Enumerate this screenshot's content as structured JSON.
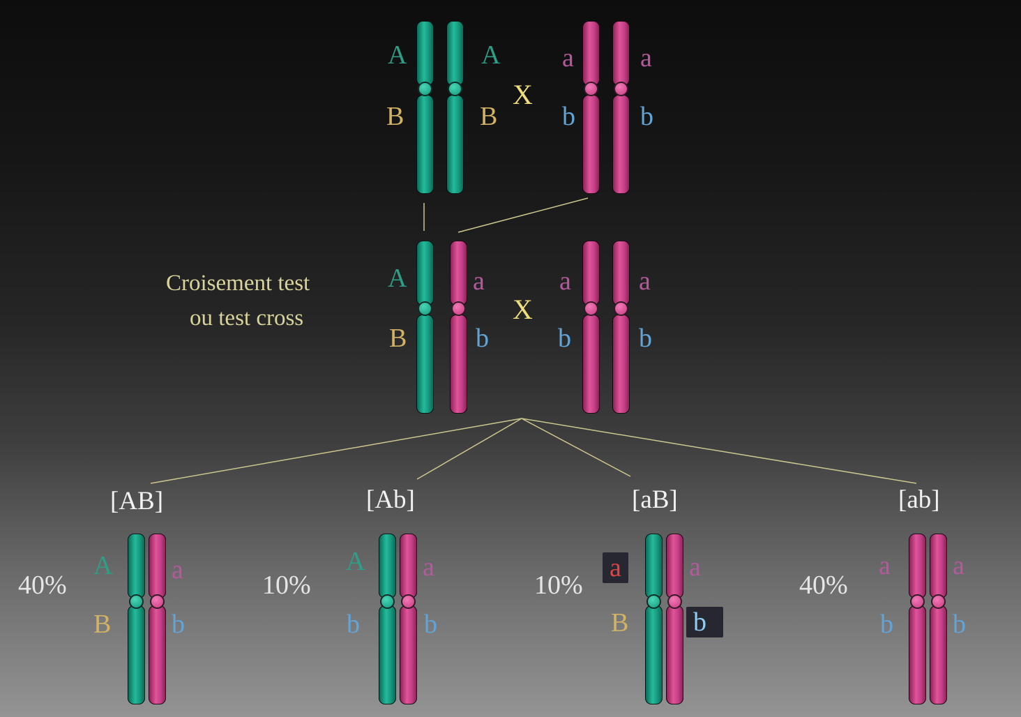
{
  "palette": {
    "background_top": "#0d0d0d",
    "background_bottom": "#949494",
    "teal_chromosome": "#17a287",
    "pink_chromosome": "#d44b92",
    "allele_A_color": "#2f9e86",
    "allele_B_color": "#d2b264",
    "allele_a_color": "#b45a9c",
    "allele_b_color": "#63a4d6",
    "cross_color": "#eede7c",
    "caption_color": "#d9d49c",
    "connector_line_color": "#cdc68e",
    "highlight_red": "#e14444",
    "highlight_blue": "#8ecdf5",
    "highlight_box": "#272731"
  },
  "caption": {
    "line1": "Croisement test",
    "line2": "ou test cross"
  },
  "cross_symbol": "X",
  "parent_cross": {
    "left_pair": {
      "top_left": "A",
      "top_right": "A",
      "bottom_left": "B",
      "bottom_right": "B"
    },
    "right_pair": {
      "top_left": "a",
      "top_right": "a",
      "bottom_left": "b",
      "bottom_right": "b"
    }
  },
  "test_cross": {
    "hybrid_pair": {
      "top_left": "A",
      "top_right": "a",
      "bottom_left": "B",
      "bottom_right": "b"
    },
    "tester_pair": {
      "top_left": "a",
      "top_right": "a",
      "bottom_left": "b",
      "bottom_right": "b"
    }
  },
  "offspring": [
    {
      "phenotype": "[AB]",
      "percent": "40%",
      "top_left": "A",
      "top_right": "a",
      "bottom_left": "B",
      "bottom_right": "b"
    },
    {
      "phenotype": "[Ab]",
      "percent": "10%",
      "top_left": "A",
      "top_right": "a",
      "bottom_left": "b",
      "bottom_right": "b"
    },
    {
      "phenotype": "[aB]",
      "percent": "10%",
      "top_left": "a",
      "top_right": "a",
      "bottom_left": "B",
      "bottom_right": "b"
    },
    {
      "phenotype": "[ab]",
      "percent": "40%",
      "top_left": "a",
      "top_right": "a",
      "bottom_left": "b",
      "bottom_right": "b"
    }
  ]
}
